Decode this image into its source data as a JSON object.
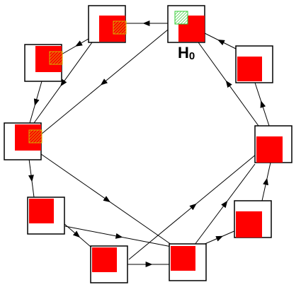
{
  "label": {
    "main": "H",
    "sub": "0"
  },
  "colors": {
    "stroke": "#000000",
    "fill": "#ff0000",
    "hatch": "#d4b000",
    "hatch_alt": "#33cc33",
    "background": "#ffffff"
  },
  "nodes": [
    {
      "id": "n0",
      "name": "node-h0",
      "hatch": "green",
      "labelled": true
    },
    {
      "id": "n1",
      "name": "node-right-upper"
    },
    {
      "id": "n2",
      "name": "node-right-middle"
    },
    {
      "id": "n3",
      "name": "node-right-lower"
    },
    {
      "id": "n4",
      "name": "node-bottom-center"
    },
    {
      "id": "n5",
      "name": "node-bottom-left"
    },
    {
      "id": "n6",
      "name": "node-left-lower"
    },
    {
      "id": "n7",
      "name": "node-left-middle",
      "hatch": "yellow"
    },
    {
      "id": "n8",
      "name": "node-left-upper",
      "hatch": "yellow"
    },
    {
      "id": "n9",
      "name": "node-top-left",
      "hatch": "yellow"
    }
  ],
  "edges": [
    {
      "from": "n0",
      "to": "n9"
    },
    {
      "from": "n1",
      "to": "n0"
    },
    {
      "from": "n2",
      "to": "n1"
    },
    {
      "from": "n2",
      "to": "n0"
    },
    {
      "from": "n3",
      "to": "n2"
    },
    {
      "from": "n4",
      "to": "n3"
    },
    {
      "from": "n4",
      "to": "n2"
    },
    {
      "from": "n5",
      "to": "n2"
    },
    {
      "from": "n5",
      "to": "n4"
    },
    {
      "from": "n6",
      "to": "n5"
    },
    {
      "from": "n6",
      "to": "n4"
    },
    {
      "from": "n7",
      "to": "n6"
    },
    {
      "from": "n7",
      "to": "n4"
    },
    {
      "from": "n8",
      "to": "n7"
    },
    {
      "from": "n9",
      "to": "n8"
    },
    {
      "from": "n9",
      "to": "n7"
    },
    {
      "from": "n0",
      "to": "n7"
    }
  ]
}
